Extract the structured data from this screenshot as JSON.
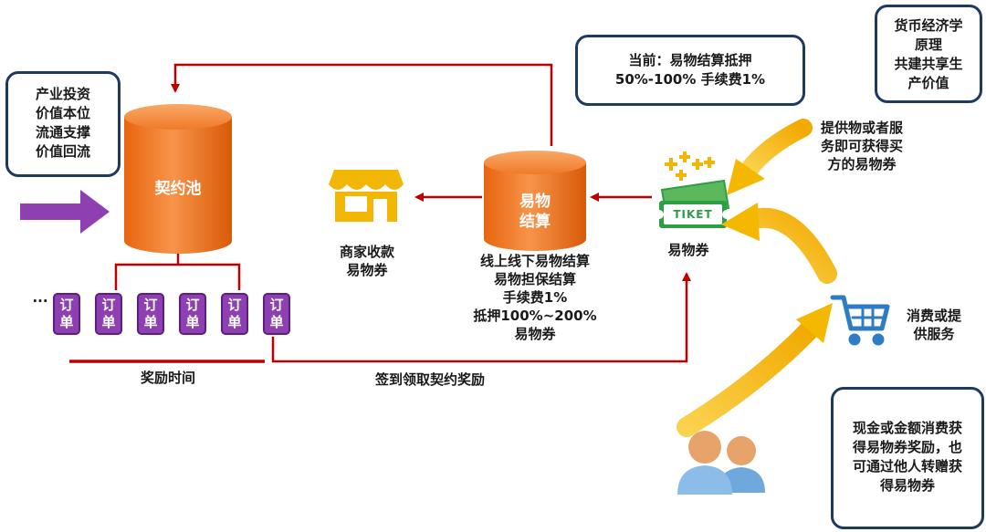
{
  "top_left_box": [
    "产业投资",
    "价值本位",
    "流通支撑",
    "价值回流"
  ],
  "top_right_box": [
    "货币经济学",
    "原理",
    "共建共享生",
    "产价值"
  ],
  "current_box": [
    "当前：易物结算抵押",
    "50%-100% 手续费1%"
  ],
  "contract_pool": "契约池",
  "settlement": [
    "易物",
    "结算"
  ],
  "merchant_label": [
    "商家收款",
    "易物券"
  ],
  "settlement_desc": [
    "线上线下易物结算",
    "易物担保结算",
    "手续费1%",
    "抵押100%~200%",
    "易物券"
  ],
  "voucher_label": "易物券",
  "ticket_text": "TIKET",
  "provide_text": [
    "提供物或者服",
    "务即可获得买",
    "方的易物券"
  ],
  "consume_text": [
    "消费或提",
    "供服务"
  ],
  "bottom_right_box": [
    "现金或金额消费获",
    "得易物券奖励，也",
    "可通过他人转赠获",
    "得易物券"
  ],
  "orders": [
    "订单",
    "订单",
    "订单",
    "订单",
    "订单",
    "订单"
  ],
  "ellipsis": "...",
  "reward_time": "奖励时间",
  "sign_in_reward": "签到领取契约奖励",
  "colors": {
    "orange": "#f47c20",
    "red_arrow": "#c00000",
    "purple": "#8e3fb1",
    "gold": "#f5b800",
    "green": "#2e9e44",
    "blue": "#2e7dc4",
    "box_border": "#1f3a5f"
  }
}
